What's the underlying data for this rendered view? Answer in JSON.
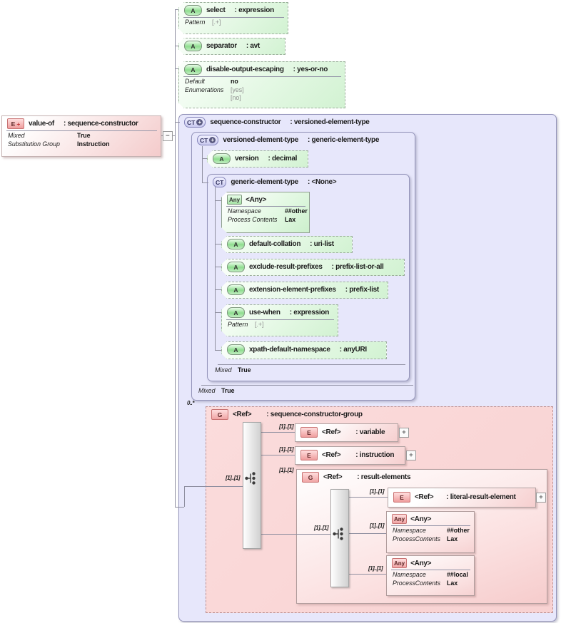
{
  "icons": {
    "element": "E",
    "complex_type": "CT",
    "attribute": "A",
    "group": "G",
    "any": "Any",
    "plus": "+",
    "minus": "−",
    "expand": "+"
  },
  "valueof": {
    "name": "value-of",
    "type": ": sequence-constructor",
    "rows": [
      {
        "label": "Mixed",
        "value": "True"
      },
      {
        "label": "Substitution Group",
        "value": "Instruction"
      }
    ]
  },
  "attrs": {
    "select": {
      "name": "select",
      "type": ": expression",
      "pattern_label": "Pattern",
      "pattern": "[.+]"
    },
    "separator": {
      "name": "separator",
      "type": ": avt"
    },
    "doe": {
      "name": "disable-output-escaping",
      "type": ": yes-or-no",
      "default_label": "Default",
      "default": "no",
      "enum_label": "Enumerations",
      "enum1": "[yes]",
      "enum2": "[no]"
    },
    "version": {
      "name": "version",
      "type": ": decimal"
    },
    "collation": {
      "name": "default-collation",
      "type": ": uri-list"
    },
    "exclude": {
      "name": "exclude-result-prefixes",
      "type": ": prefix-list-or-all"
    },
    "extension": {
      "name": "extension-element-prefixes",
      "type": ": prefix-list"
    },
    "usewhen": {
      "name": "use-when",
      "type": ": expression",
      "pattern_label": "Pattern",
      "pattern": "[.+]"
    },
    "xpathns": {
      "name": "xpath-default-namespace",
      "type": ": anyURI"
    }
  },
  "types": {
    "outer": {
      "name": "sequence-constructor",
      "type": ": versioned-element-type"
    },
    "versioned": {
      "name": "versioned-element-type",
      "type": ": generic-element-type",
      "mixed_label": "Mixed",
      "mixed_value": "True"
    },
    "generic": {
      "name": "generic-element-type",
      "type": ": <None>",
      "mixed_label": "Mixed",
      "mixed_value": "True"
    }
  },
  "anys": {
    "generic_other": {
      "name": "<Any>",
      "ns_label": "Namespace",
      "ns": "##other",
      "pc_label": "Process Contents",
      "pc": "Lax"
    },
    "result_other": {
      "name": "<Any>",
      "ns_label": "Namespace",
      "ns": "##other",
      "pc_label": "ProcessContents",
      "pc": "Lax"
    },
    "result_local": {
      "name": "<Any>",
      "ns_label": "Namespace",
      "ns": "##local",
      "pc_label": "ProcessContents",
      "pc": "Lax"
    }
  },
  "groups": {
    "scg": {
      "name": "<Ref>",
      "type": ": sequence-constructor-group",
      "occurs": "0..*"
    },
    "result": {
      "name": "<Ref>",
      "type": ": result-elements"
    }
  },
  "refs": {
    "variable": {
      "name": "<Ref>",
      "type": ": variable"
    },
    "instruction": {
      "name": "<Ref>",
      "type": ": instruction"
    },
    "literal": {
      "name": "<Ref>",
      "type": ": literal-result-element"
    }
  },
  "mult": {
    "group_in": "[1]..[1]",
    "variable": "[1]..[1]",
    "instruction": "[1]..[1]",
    "result": "[1]..[1]",
    "inner_in": "[1]..[1]",
    "literal": "[1]..[1]",
    "any_other": "[1]..[1]",
    "any_local": "[1]..[1]"
  }
}
